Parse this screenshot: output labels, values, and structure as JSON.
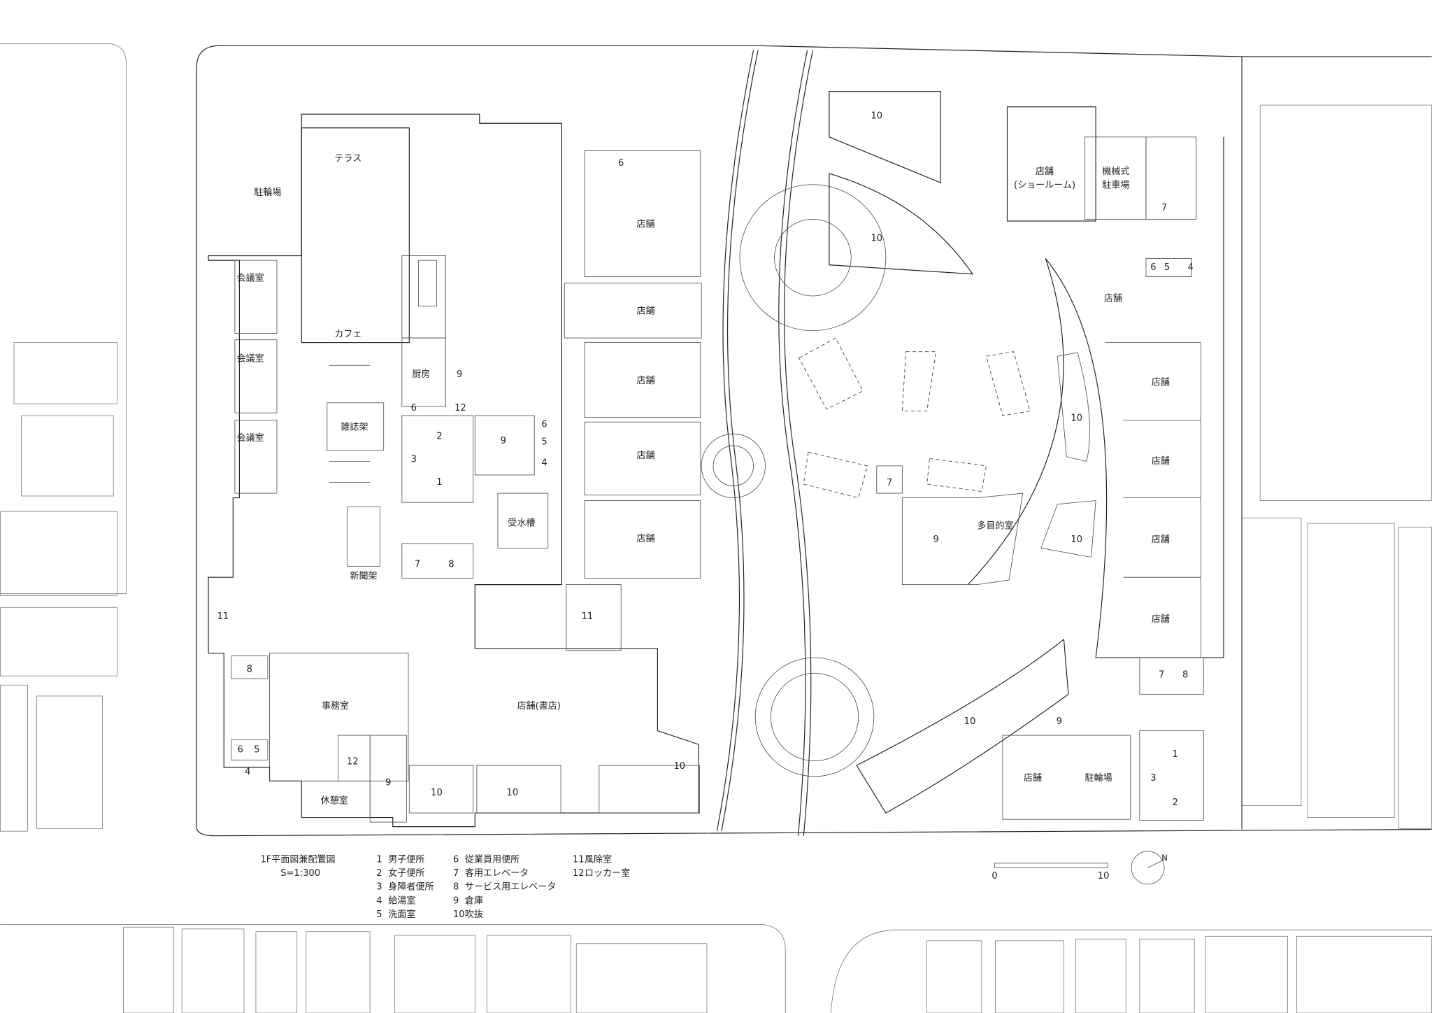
{
  "title": "1F平面図兼配置図",
  "scale": "S=1:300",
  "legend": [
    {
      "num": "1",
      "label": "男子便所"
    },
    {
      "num": "2",
      "label": "女子便所"
    },
    {
      "num": "3",
      "label": "身障者便所"
    },
    {
      "num": "4",
      "label": "給湯室"
    },
    {
      "num": "5",
      "label": "洗面室"
    },
    {
      "num": "6",
      "label": "従業員用便所"
    },
    {
      "num": "7",
      "label": "客用エレベータ"
    },
    {
      "num": "8",
      "label": "サービス用エレベータ"
    },
    {
      "num": "9",
      "label": "倉庫"
    },
    {
      "num": "10",
      "label": "吹抜"
    },
    {
      "num": "11",
      "label": "風除室"
    },
    {
      "num": "12",
      "label": "ロッカー室"
    }
  ],
  "scale_bar": {
    "start": "0",
    "end": "10"
  },
  "north_label": "N",
  "rooms": {
    "terrace": "テラス",
    "bike_parking_w": "駐輪場",
    "meeting1": "会議室",
    "meeting2": "会議室",
    "meeting3": "会議室",
    "cafe": "カフェ",
    "kitchen": "厨房",
    "magazine_rack": "雑誌架",
    "newspaper_rack": "新聞架",
    "shop1": "店舗",
    "shop2": "店舗",
    "shop3": "店舗",
    "shop4": "店舗",
    "shop5": "店舗",
    "water_tank": "受水槽",
    "office": "事務室",
    "bookstore": "店舗(書店)",
    "lounge": "休憩室",
    "showroom": "店舗",
    "showroom_sub": "(ショールーム)",
    "mech_parking1": "機械式",
    "mech_parking2": "駐車場",
    "shop_e1": "店舗",
    "shop_e2": "店舗",
    "shop_e3": "店舗",
    "shop_e4": "店舗",
    "shop_e5": "店舗",
    "multipurpose": "多目的室",
    "shop_se": "店舗",
    "bike_parking_e": "駐輪場"
  },
  "room_numbers": [
    "9",
    "6",
    "12",
    "2",
    "3",
    "1",
    "7",
    "8",
    "9",
    "6",
    "5",
    "4",
    "6",
    "11",
    "11",
    "8",
    "6",
    "5",
    "4",
    "12",
    "9",
    "10",
    "10",
    "10",
    "10",
    "10",
    "7",
    "6",
    "5",
    "4",
    "10",
    "10",
    "7",
    "9",
    "10",
    "9",
    "7",
    "8",
    "1",
    "3",
    "2"
  ]
}
